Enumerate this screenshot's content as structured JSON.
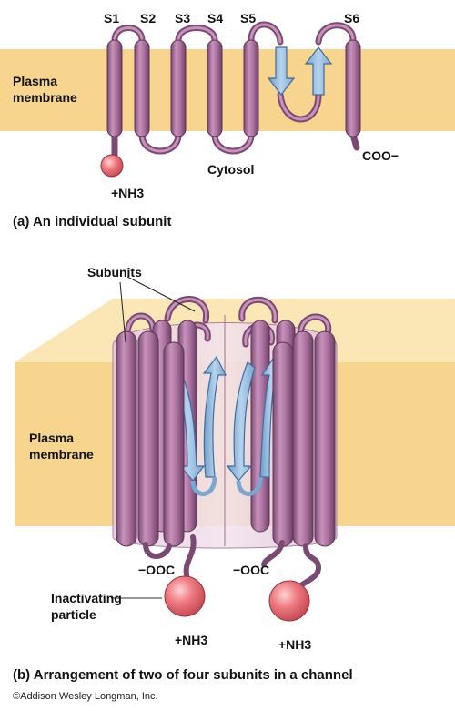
{
  "panel_a": {
    "segments": [
      "S1",
      "S2",
      "S3",
      "S4",
      "S5",
      "S6"
    ],
    "membrane_label_1": "Plasma",
    "membrane_label_2": "membrane",
    "cytosol_label": "Cytosol",
    "nh3_label": "+NH3",
    "coo_label": "COO−",
    "caption": "(a) An individual subunit"
  },
  "panel_b": {
    "subunits_label": "Subunits",
    "membrane_label_1": "Plasma",
    "membrane_label_2": "membrane",
    "ooc_label_left": "−OOC",
    "ooc_label_right": "−OOC",
    "inactivating_label_1": "Inactivating",
    "inactivating_label_2": "particle",
    "nh3_label_left": "+NH3",
    "nh3_label_right": "+NH3",
    "caption": "(b) Arrangement of two of four subunits in a channel"
  },
  "copyright": "©Addison Wesley Longman, Inc.",
  "colors": {
    "membrane": "#f7d58e",
    "helix": "#a9729e",
    "helix_dark": "#7b4a72",
    "helix_light": "#d6a9cc",
    "arrow": "#8fb8dc",
    "ball": "#ec6d74"
  }
}
